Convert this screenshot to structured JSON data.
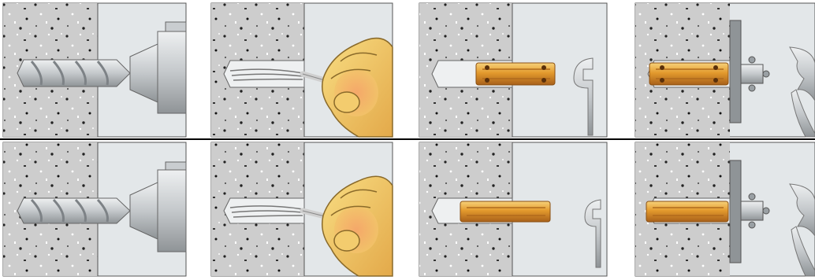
{
  "figure": {
    "rows": [
      {
        "panels": [
          {
            "step": "drill-hole",
            "objects": [
              "wall",
              "drill-bit",
              "drill-chuck"
            ]
          },
          {
            "step": "clean-hole",
            "objects": [
              "wall",
              "hole",
              "cleaning-brush",
              "hand"
            ]
          },
          {
            "step": "insert-anchor",
            "objects": [
              "wall",
              "hole",
              "anchor-sleeve",
              "wrench"
            ]
          },
          {
            "step": "tighten-nut",
            "objects": [
              "wall",
              "hole",
              "anchor-sleeve",
              "fixture-plate",
              "bolt-nut",
              "wrench"
            ]
          }
        ]
      },
      {
        "panels": [
          {
            "step": "drill-hole",
            "objects": [
              "wall",
              "drill-bit",
              "drill-chuck"
            ]
          },
          {
            "step": "clean-hole",
            "objects": [
              "wall",
              "hole",
              "cleaning-brush",
              "hand"
            ]
          },
          {
            "step": "insert-anchor",
            "objects": [
              "wall",
              "hole",
              "anchor-sleeve",
              "wrench"
            ]
          },
          {
            "step": "tighten-nut",
            "objects": [
              "wall",
              "hole",
              "anchor-sleeve",
              "fixture-plate",
              "bolt-nut",
              "wrench"
            ]
          }
        ]
      }
    ],
    "colors": {
      "concrete": "#cdcdcd",
      "background": "#e3e7e9",
      "metal": "#c9cdd0",
      "anchor_gold": "#e0912a",
      "anchor_light": "#f4c25a",
      "skin": "#f1c15a",
      "divider": "#000000"
    },
    "icons": [
      "drill-bit-icon",
      "brush-icon",
      "hand-icon",
      "anchor-icon",
      "wrench-icon",
      "nut-icon"
    ]
  }
}
